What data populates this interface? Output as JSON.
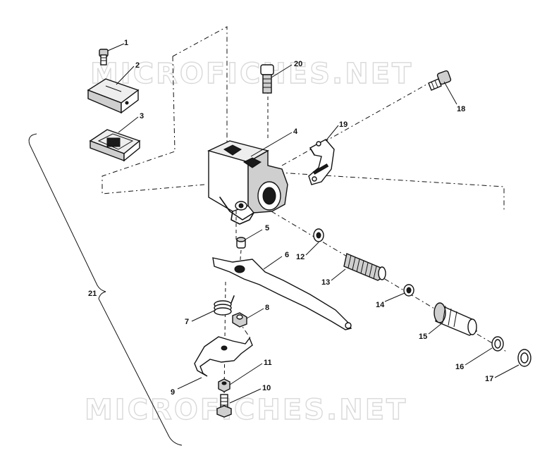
{
  "watermark": {
    "top": "MICROFICHES.NET",
    "bottom": "MICROFICHES.NET"
  },
  "callouts": {
    "c1": "1",
    "c2": "2",
    "c3": "3",
    "c4": "4",
    "c5": "5",
    "c6": "6",
    "c7": "7",
    "c8": "8",
    "c9": "9",
    "c10": "10",
    "c11": "11",
    "c12": "12",
    "c13": "13",
    "c14": "14",
    "c15": "15",
    "c16": "16",
    "c17": "17",
    "c18": "18",
    "c19": "19",
    "c20": "20",
    "c21": "21"
  },
  "colors": {
    "ink": "#111111",
    "watermark": "#d9d9d9",
    "background": "#ffffff"
  }
}
